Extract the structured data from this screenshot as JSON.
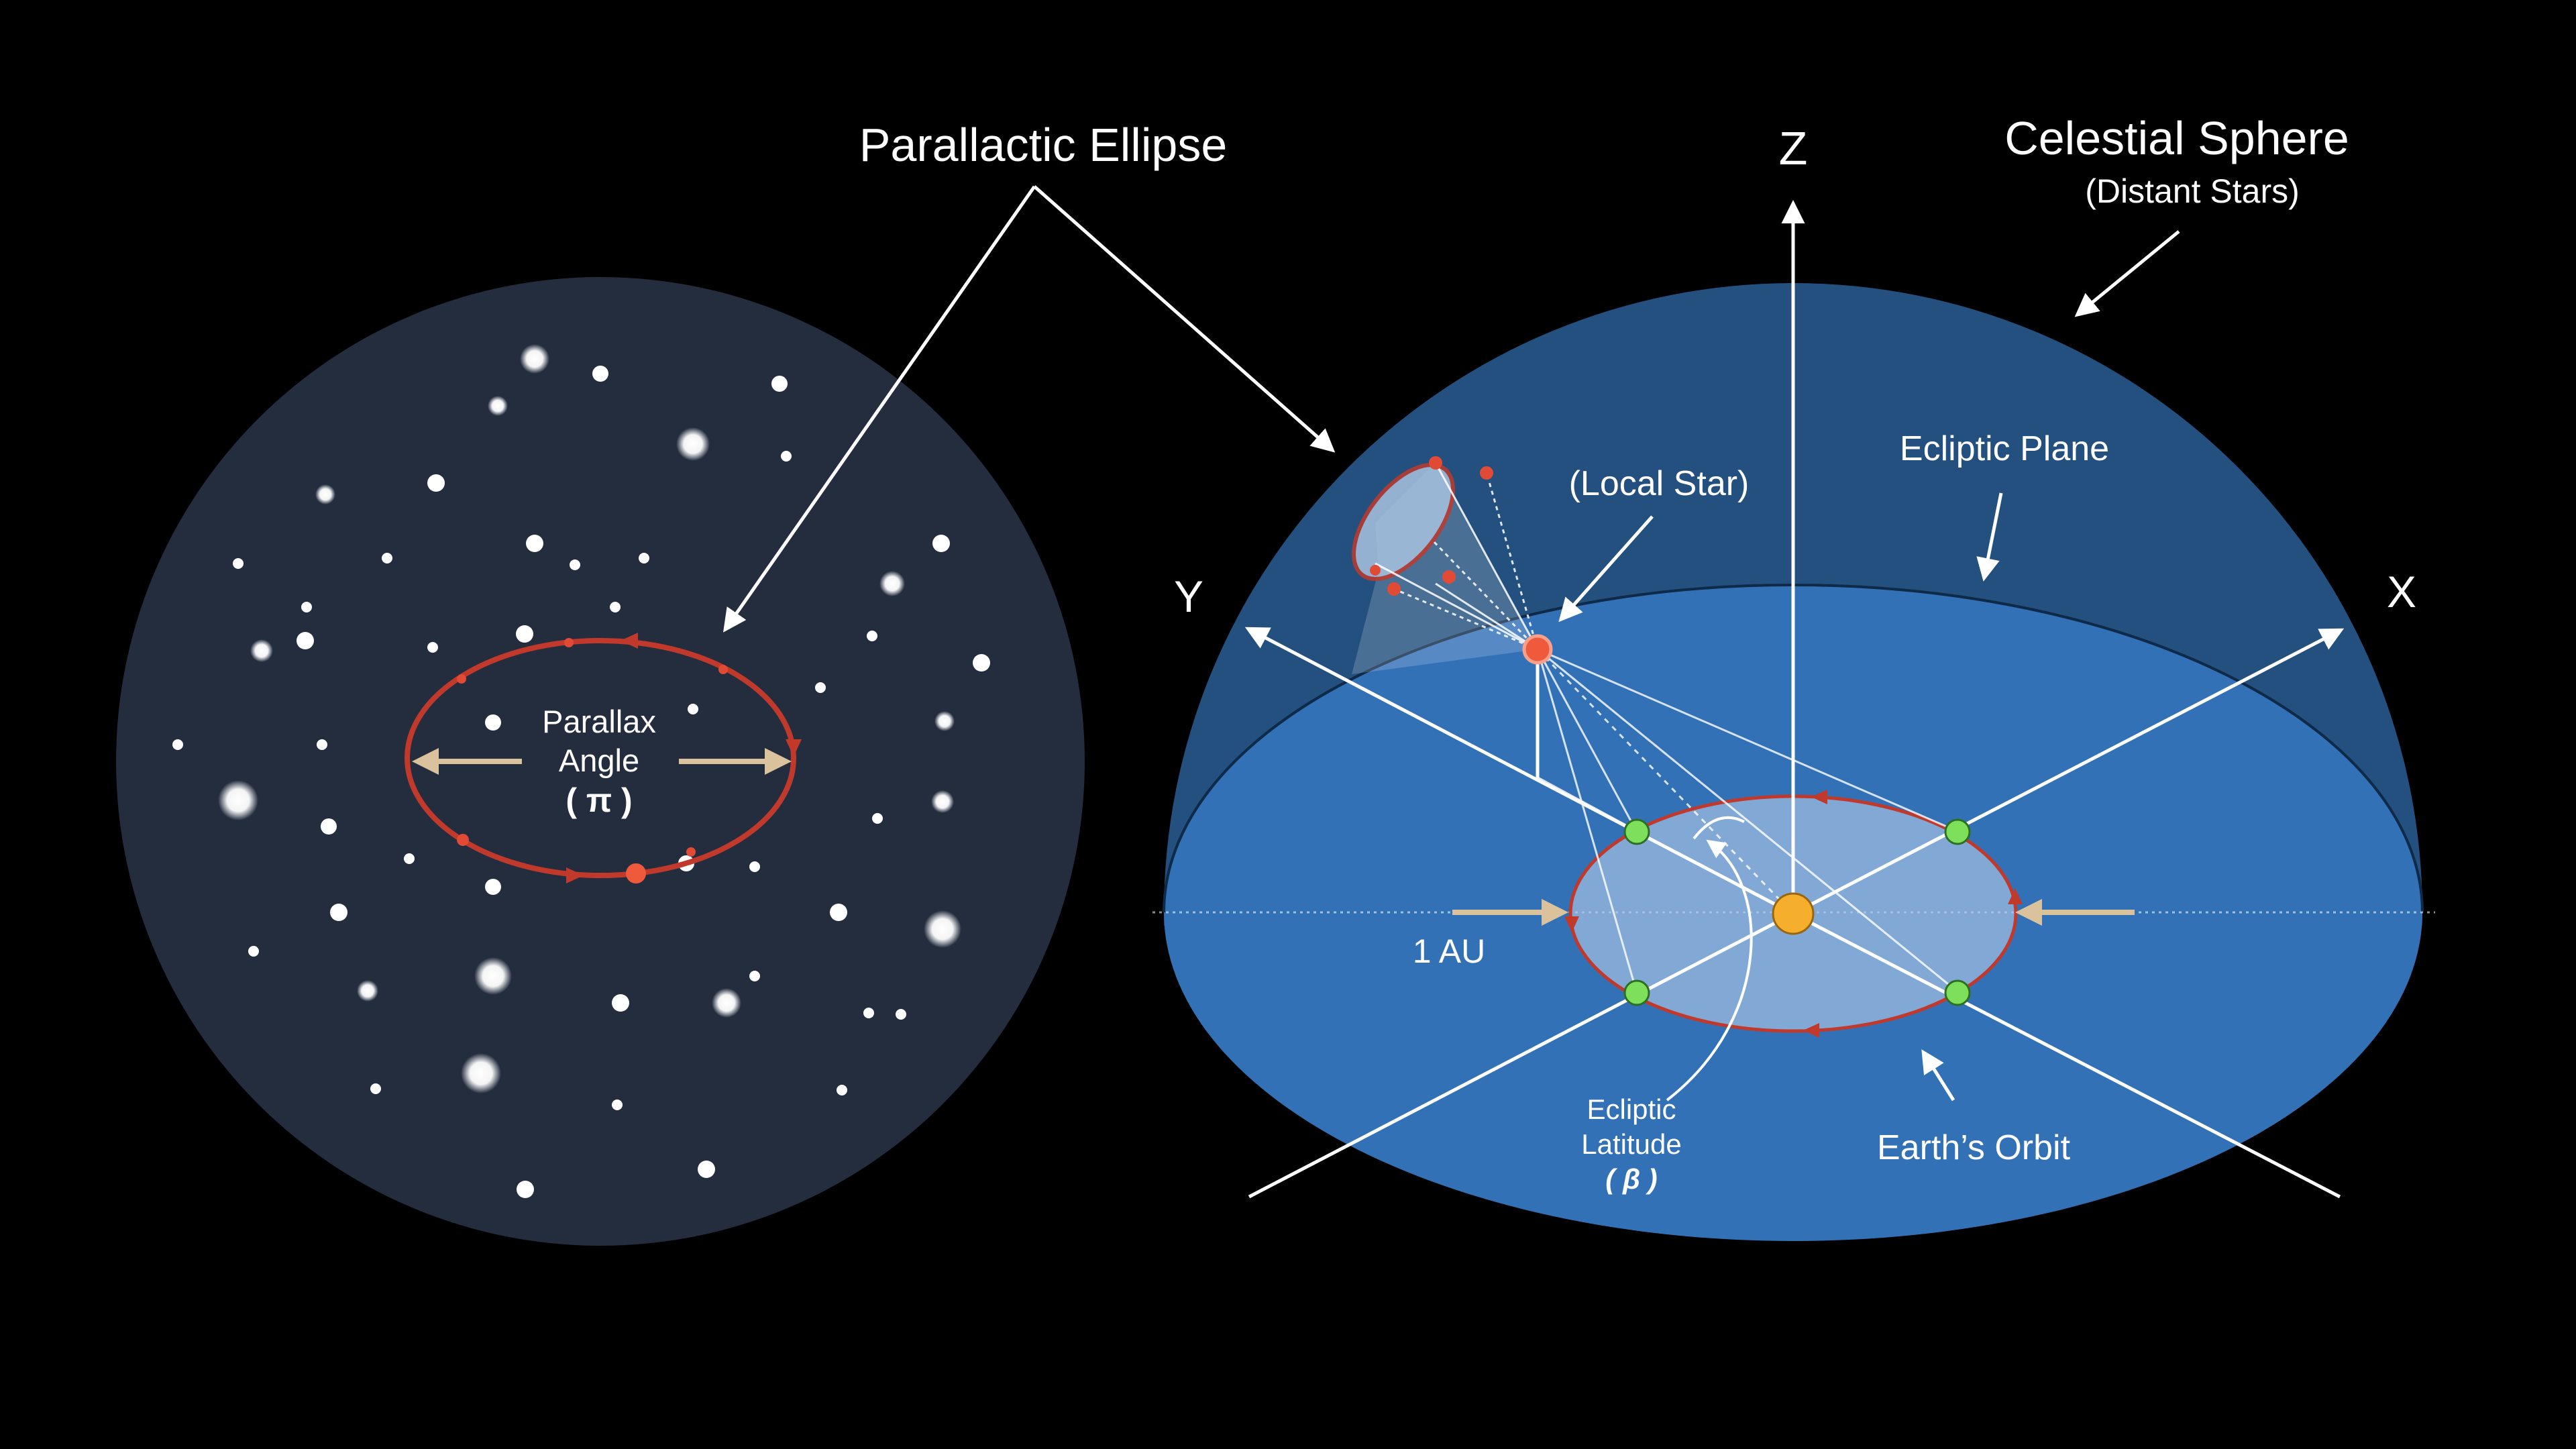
{
  "labels": {
    "parallactic_ellipse": "Parallactic Ellipse",
    "celestial_sphere": "Celestial Sphere",
    "distant_stars": "(Distant Stars)",
    "axis_z": "Z",
    "axis_y": "Y",
    "axis_x": "X",
    "ecliptic_plane": "Ecliptic Plane",
    "local_star": "(Local Star)",
    "one_au": "1 AU",
    "ecliptic": "Ecliptic",
    "latitude": "Latitude",
    "beta": "( β )",
    "earths_orbit": "Earth’s Orbit",
    "parallax": "Parallax",
    "angle": "Angle",
    "pi": "( π )"
  },
  "colors": {
    "background": "#000000",
    "sky_disc": "#232d3e",
    "dome": "#23507e",
    "ecliptic_disc": "#3371b7",
    "orbit": "#c0392b",
    "earth": "#7ee05a",
    "sun": "#f6ae2d",
    "local_star": "#f05a3c",
    "pointer_arrow": "#d9c29c"
  }
}
